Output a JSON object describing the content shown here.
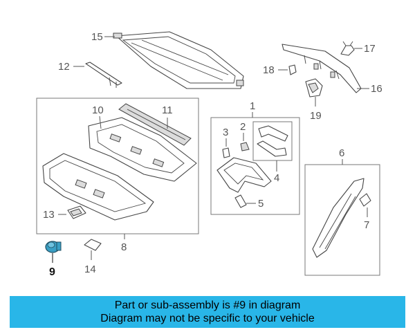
{
  "callouts": {
    "c1": "1",
    "c2": "2",
    "c3": "3",
    "c4": "4",
    "c5": "5",
    "c6": "6",
    "c7": "7",
    "c8": "8",
    "c9": "9",
    "c10": "10",
    "c11": "11",
    "c12": "12",
    "c13": "13",
    "c14": "14",
    "c15": "15",
    "c16": "16",
    "c17": "17",
    "c18": "18",
    "c19": "19"
  },
  "banner": {
    "line1": "Part or sub-assembly is #9 in diagram",
    "line2": "Diagram may not be specific to your vehicle",
    "color": "#29b6e8"
  },
  "highlight_part": "9",
  "highlight_color": "#3a9fc4"
}
